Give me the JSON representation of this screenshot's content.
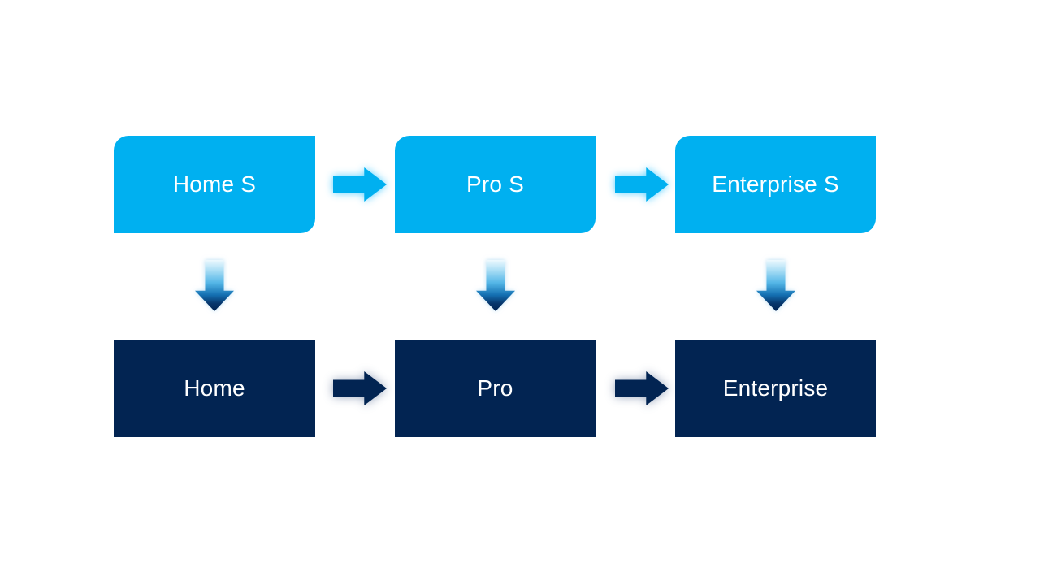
{
  "diagram": {
    "colors": {
      "light_blue": "#00b0f0",
      "dark_navy": "#022452",
      "text_color": "#ffffff",
      "background": "#ffffff"
    },
    "top_row": {
      "boxes": [
        {
          "label": "Home S"
        },
        {
          "label": "Pro S"
        },
        {
          "label": "Enterprise S"
        }
      ]
    },
    "bottom_row": {
      "boxes": [
        {
          "label": "Home"
        },
        {
          "label": "Pro"
        },
        {
          "label": "Enterprise"
        }
      ]
    }
  }
}
